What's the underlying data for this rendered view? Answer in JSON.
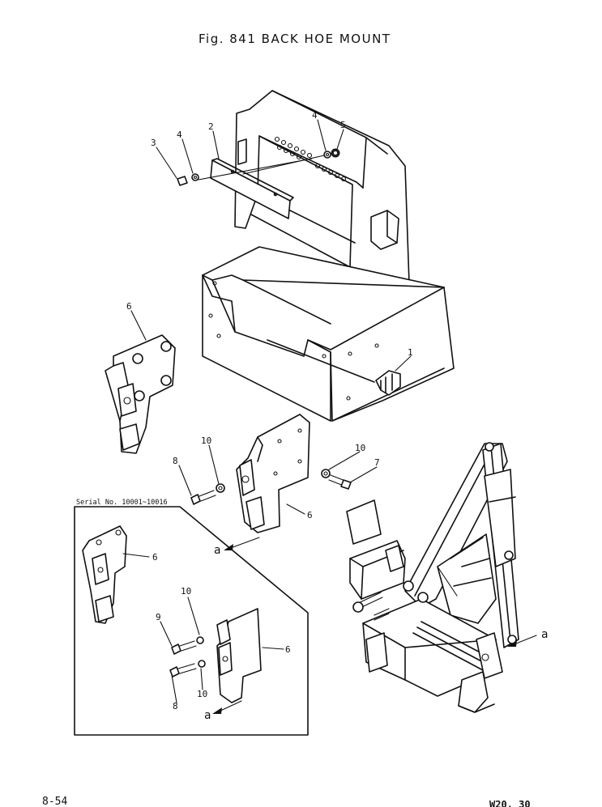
{
  "title": "Fig. 841  BACK HOE MOUNT",
  "page_number": "8-54",
  "model": "W20, 30",
  "inset_serial": "Serial No. 10001~10016",
  "callouts": {
    "c1": "1",
    "c2": "2",
    "c3": "3",
    "c4a": "4",
    "c4b": "4",
    "c5": "5",
    "c6_left": "6",
    "c6_main": "6",
    "c6_inset_top": "6",
    "c6_inset_bottom": "6",
    "c7": "7",
    "c8_main": "8",
    "c8_inset": "8",
    "c9": "9",
    "c10_left": "10",
    "c10_right": "10",
    "c10_inset_top": "10",
    "c10_inset_bottom": "10",
    "a_main": "a",
    "a_inset": "a",
    "a_backhoe": "a"
  }
}
